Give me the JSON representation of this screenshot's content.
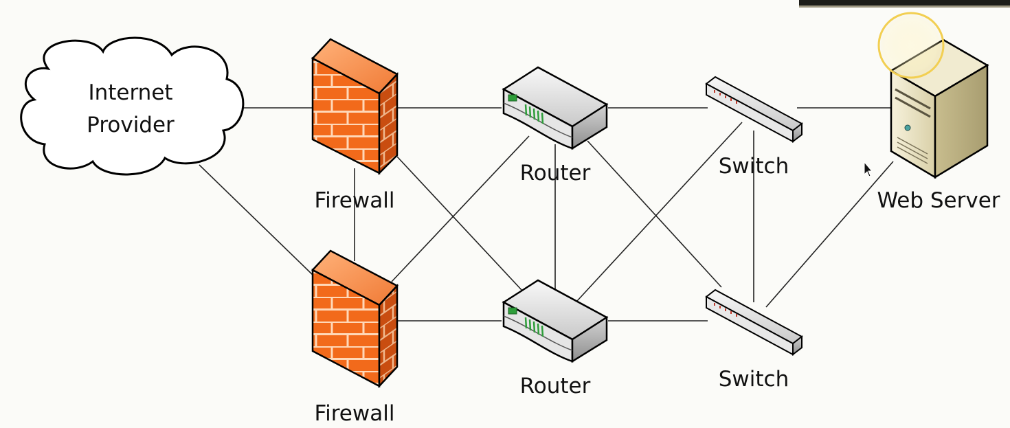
{
  "nodes": {
    "internet_provider": {
      "line1": "Internet",
      "line2": "Provider",
      "icon": "cloud-icon"
    },
    "firewall_top": {
      "label": "Firewall",
      "icon": "firewall-icon"
    },
    "firewall_bottom": {
      "label": "Firewall",
      "icon": "firewall-icon"
    },
    "router_top": {
      "label": "Router",
      "icon": "router-icon"
    },
    "router_bottom": {
      "label": "Router",
      "icon": "router-icon"
    },
    "switch_top": {
      "label": "Switch",
      "icon": "switch-icon"
    },
    "switch_bottom": {
      "label": "Switch",
      "icon": "switch-icon"
    },
    "web_server": {
      "label": "Web Server",
      "icon": "server-icon"
    }
  },
  "connections": [
    [
      "internet_provider",
      "firewall_top"
    ],
    [
      "internet_provider",
      "firewall_bottom"
    ],
    [
      "firewall_top",
      "firewall_bottom"
    ],
    [
      "firewall_top",
      "router_top"
    ],
    [
      "firewall_top",
      "router_bottom"
    ],
    [
      "firewall_bottom",
      "router_top"
    ],
    [
      "firewall_bottom",
      "router_bottom"
    ],
    [
      "router_top",
      "router_bottom"
    ],
    [
      "router_top",
      "switch_top"
    ],
    [
      "router_top",
      "switch_bottom"
    ],
    [
      "router_bottom",
      "switch_top"
    ],
    [
      "router_bottom",
      "switch_bottom"
    ],
    [
      "switch_top",
      "switch_bottom"
    ],
    [
      "switch_top",
      "web_server"
    ],
    [
      "switch_bottom",
      "web_server"
    ]
  ],
  "colors": {
    "firewall_orange": "#f26a1b",
    "firewall_mortar": "#ffd8b8",
    "router_silver": "#d8d8d8",
    "router_green": "#2e9e3a",
    "switch_silver": "#e4e4e4",
    "server_beige": "#ece5c6",
    "highlight_yellow": "#f2cf52",
    "line_color": "#222222"
  }
}
